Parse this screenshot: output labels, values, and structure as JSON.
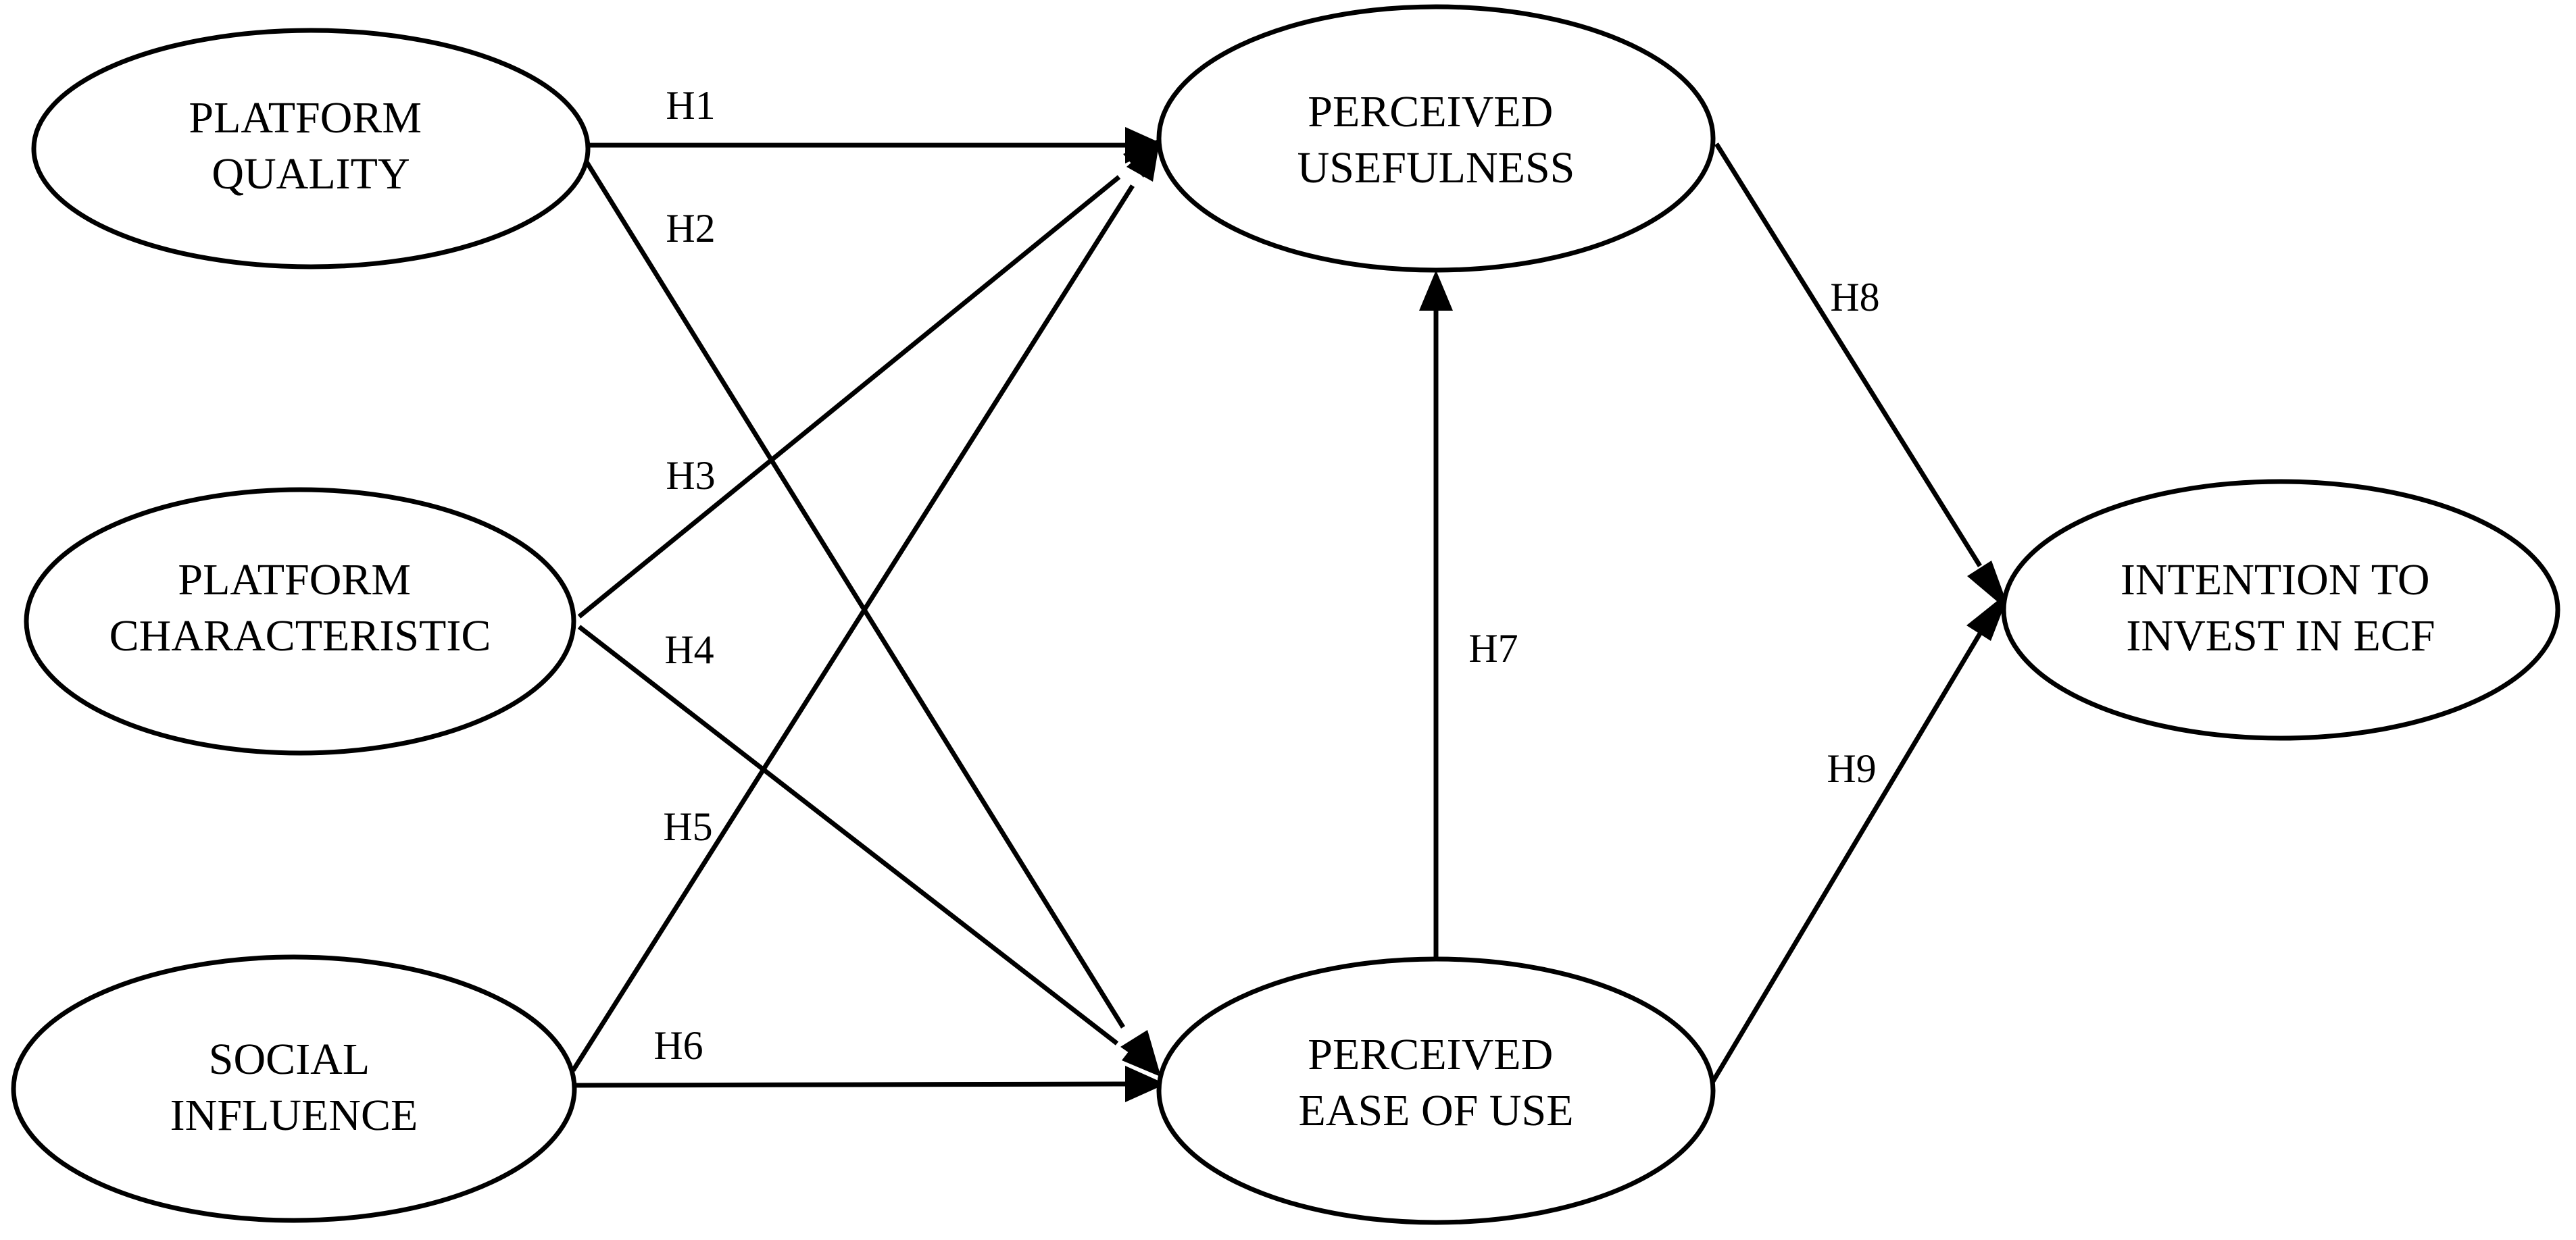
{
  "diagram": {
    "nodes": {
      "platform_quality": {
        "lines": [
          "PLATFORM",
          "QUALITY"
        ]
      },
      "platform_characteristic": {
        "lines": [
          "PLATFORM",
          "CHARACTERISTIC"
        ]
      },
      "social_influence": {
        "lines": [
          "SOCIAL",
          "INFLUENCE"
        ]
      },
      "perceived_usefulness": {
        "lines": [
          "PERCEIVED",
          "USEFULNESS"
        ]
      },
      "perceived_ease_of_use": {
        "lines": [
          "PERCEIVED",
          "EASE OF USE"
        ]
      },
      "intention_to_invest": {
        "lines": [
          "INTENTION TO",
          "INVEST IN ECF"
        ]
      }
    },
    "edges": [
      {
        "from": "platform_quality",
        "to": "perceived_usefulness",
        "label": "H1"
      },
      {
        "from": "platform_quality",
        "to": "perceived_ease_of_use",
        "label": "H2"
      },
      {
        "from": "platform_characteristic",
        "to": "perceived_usefulness",
        "label": "H3"
      },
      {
        "from": "platform_characteristic",
        "to": "perceived_ease_of_use",
        "label": "H4"
      },
      {
        "from": "social_influence",
        "to": "perceived_usefulness",
        "label": "H5"
      },
      {
        "from": "social_influence",
        "to": "perceived_ease_of_use",
        "label": "H6"
      },
      {
        "from": "perceived_ease_of_use",
        "to": "perceived_usefulness",
        "label": "H7"
      },
      {
        "from": "perceived_usefulness",
        "to": "intention_to_invest",
        "label": "H8"
      },
      {
        "from": "perceived_ease_of_use",
        "to": "intention_to_invest",
        "label": "H9"
      }
    ]
  }
}
